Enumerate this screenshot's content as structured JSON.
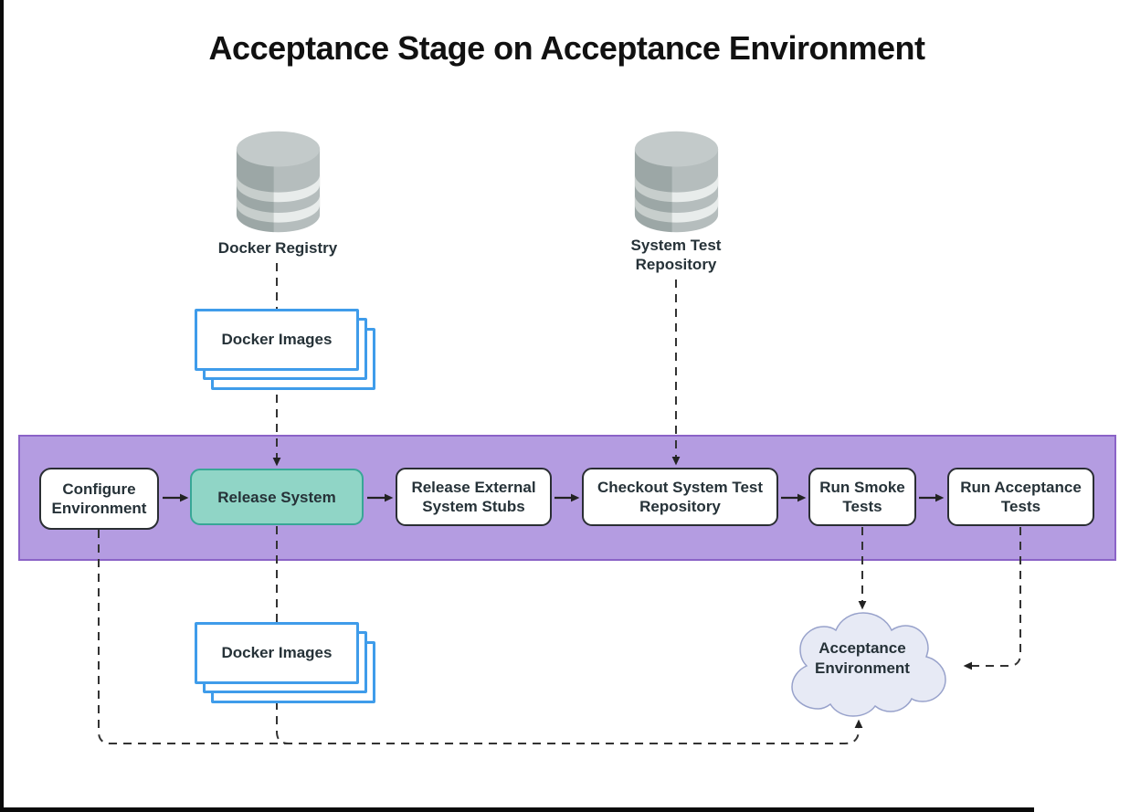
{
  "title": "Acceptance Stage on Acceptance Environment",
  "datastores": {
    "docker_registry": {
      "label": "Docker Registry"
    },
    "system_test_repository": {
      "label": "System Test\nRepository"
    }
  },
  "artifacts": {
    "docker_images_top": {
      "label": "Docker Images"
    },
    "docker_images_bottom": {
      "label": "Docker Images"
    }
  },
  "pipeline": {
    "steps": [
      {
        "id": "configure-environment",
        "label": "Configure Environment",
        "highlighted": false
      },
      {
        "id": "release-system",
        "label": "Release System",
        "highlighted": true
      },
      {
        "id": "release-external-system-stubs",
        "label": "Release External System Stubs",
        "highlighted": false
      },
      {
        "id": "checkout-system-test-repository",
        "label": "Checkout System Test Repository",
        "highlighted": false
      },
      {
        "id": "run-smoke-tests",
        "label": "Run Smoke Tests",
        "highlighted": false
      },
      {
        "id": "run-acceptance-tests",
        "label": "Run Acceptance Tests",
        "highlighted": false
      }
    ]
  },
  "cloud": {
    "label": "Acceptance\nEnvironment"
  },
  "colors": {
    "stage_band": "#b49ce1",
    "stage_band_border": "#8b63c7",
    "highlight_fill": "#90d5c6",
    "highlight_border": "#38a796",
    "artifact_border": "#3f9cea",
    "cloud_fill": "#e7eaf5",
    "cloud_border": "#98a2cb"
  }
}
